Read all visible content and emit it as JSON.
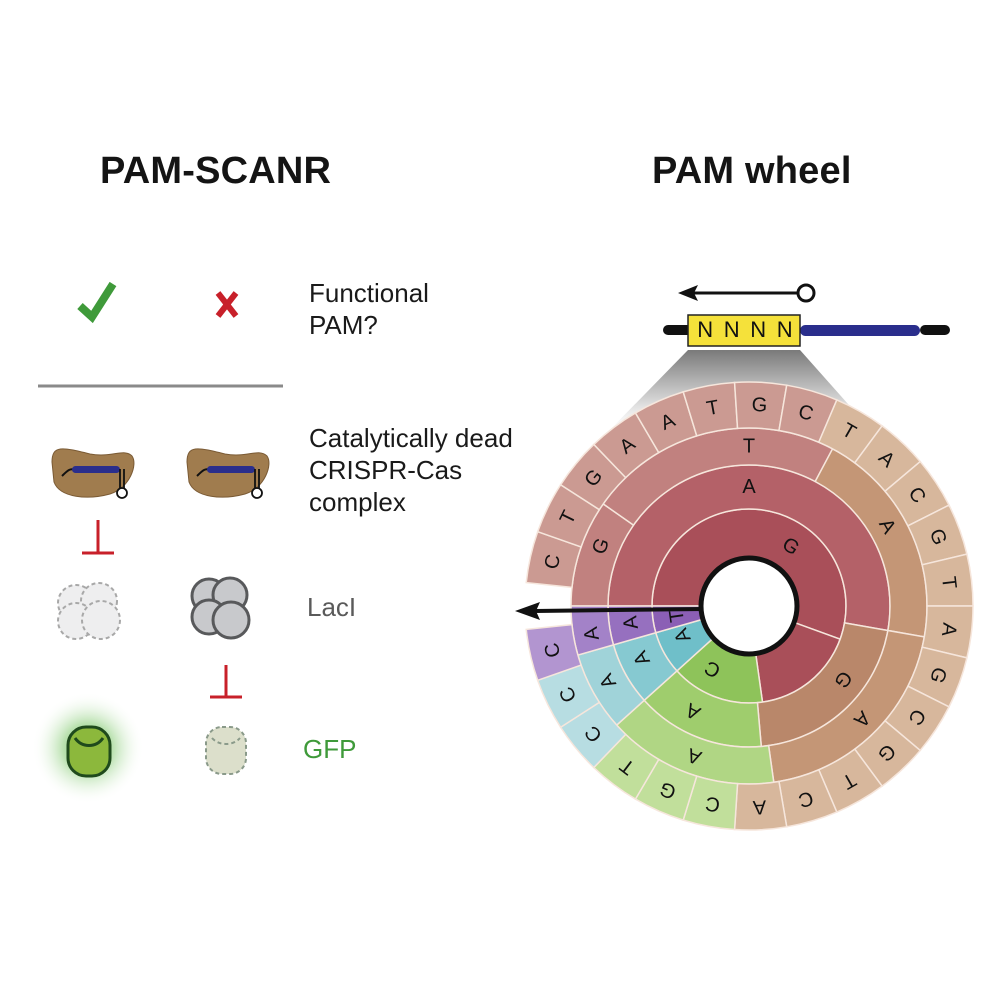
{
  "left_panel": {
    "title": "PAM-SCANR",
    "rows": {
      "functional_pam": {
        "label_line1": "Functional",
        "label_line2": "PAM?",
        "col1_icon": "check-icon",
        "col2_icon": "x-icon"
      },
      "complex": {
        "label_line1": "Catalytically dead",
        "label_line2": "CRISPR-Cas",
        "label_line3": "complex"
      },
      "repressor": {
        "label": "LacI"
      },
      "reporter": {
        "label": "GFP"
      }
    },
    "colors": {
      "check": "#3f9a3a",
      "x": "#c8202a",
      "inhibition": "#c8202a",
      "divider": "#8a8a8a",
      "protein": "#a07c4e",
      "guide": "#2a2e8c",
      "laci_fill": "#c8c9cc",
      "laci_stroke": "#58595b",
      "gfp_fill": "#8cb83c",
      "gfp_stroke": "#1f4a1c",
      "gfp_glow": "#7cc46a"
    }
  },
  "right_panel": {
    "title": "PAM wheel",
    "pam_box_text": [
      "N",
      "N",
      "N",
      "N"
    ],
    "colors": {
      "pam_box": "#f5e13a",
      "protospacer": "#2a2e8c",
      "rings": {
        "G": [
          "#a94f59",
          "#b46168",
          "#c1817f",
          "#cb9a92"
        ],
        "T": [
          "#b9876a",
          "#c49676",
          "#cfa889",
          "#d7b79c"
        ],
        "C": [
          "#8ec35a",
          "#9fcd6d",
          "#b0d684",
          "#c1df9b"
        ],
        "A": [
          "#6fbfc9",
          "#86c9d1",
          "#a0d3d9",
          "#b7dde2"
        ],
        "V": [
          "#8b5fb5",
          "#9670bf",
          "#a382c8",
          "#b295d0"
        ]
      }
    },
    "wheel": {
      "ring_labels": {
        "ring1": [
          {
            "base": "G",
            "start": 0,
            "end": 226
          },
          {
            "base": "C",
            "start": 226,
            "end": 268
          },
          {
            "base": "A",
            "start": 268,
            "end": 284
          },
          {
            "base": "T",
            "start": 284,
            "end": 290
          }
        ],
        "ring2": [
          {
            "base": "A",
            "start": 0,
            "end": 90,
            "parent": "G",
            "label": ""
          },
          {
            "base": "T",
            "start": 90,
            "end": 160,
            "parent": "G",
            "label": "G"
          },
          {
            "base": "T",
            "start": 160,
            "end": 226,
            "parent": "G",
            "label": "T"
          },
          {
            "base": "C",
            "start": 226,
            "end": 268,
            "parent": "C",
            "label": "C"
          },
          {
            "base": "A",
            "start": 268,
            "end": 284,
            "parent": "A",
            "label": "A"
          },
          {
            "base": "V",
            "start": 284,
            "end": 290,
            "parent": "T",
            "label": "T"
          },
          {
            "base": "G",
            "start": 290,
            "end": 360,
            "parent": "G",
            "label": ""
          }
        ]
      }
    }
  }
}
